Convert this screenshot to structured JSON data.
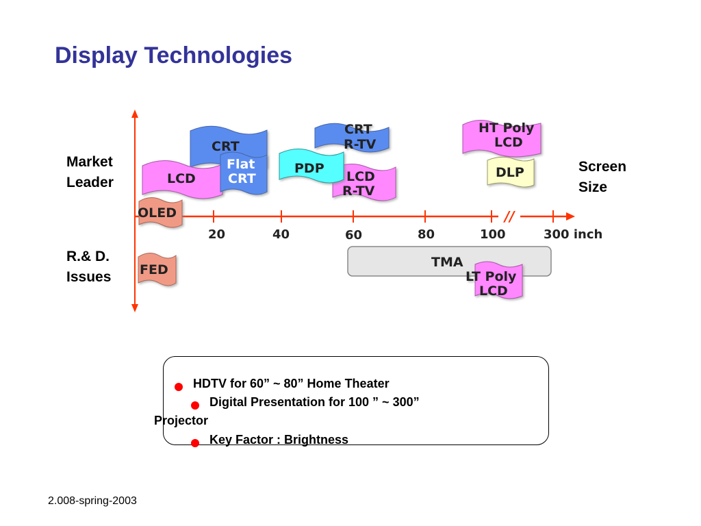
{
  "title": "Display Technologies",
  "labels": {
    "market": [
      "Market",
      "Leader"
    ],
    "rd": [
      "R.& D.",
      "Issues"
    ],
    "axis": [
      "Screen",
      "Size"
    ]
  },
  "axis": {
    "ticks": [
      "20",
      "40",
      "60",
      "80",
      "100",
      "300 inch"
    ],
    "break_mark": "//"
  },
  "technologies": {
    "crt": [
      "CRT"
    ],
    "lcd": [
      "LCD"
    ],
    "flat_crt": [
      "Flat",
      "CRT"
    ],
    "oled": [
      "OLED"
    ],
    "pdp": [
      "PDP"
    ],
    "crt_rtv": [
      "CRT",
      "R-TV"
    ],
    "lcd_rtv": [
      "LCD",
      "R-TV"
    ],
    "ht_poly_lcd": [
      "HT Poly",
      "LCD"
    ],
    "dlp": [
      "DLP"
    ],
    "fed": [
      "FED"
    ],
    "tma": [
      "TMA"
    ],
    "lt_poly_lcd": [
      "LT Poly",
      "LCD"
    ]
  },
  "notes": [
    "HDTV for 60” ~ 80” Home Theater",
    "Digital Presentation for 100 ” ~ 300”",
    "Projector",
    "Key Factor : Brightness"
  ],
  "footer": "2.008-spring-2003",
  "colors": {
    "title": "#333399",
    "axis": "#ff3300",
    "blue_flag": "#5a8cf0",
    "pink_flag": "#ff88ff",
    "salmon_flag": "#f09a86",
    "cyan_flag": "#55ffff",
    "yellow_flag": "#ffffcc",
    "tma_bar": "#e6e6e6",
    "bullet": "#ff0000"
  }
}
